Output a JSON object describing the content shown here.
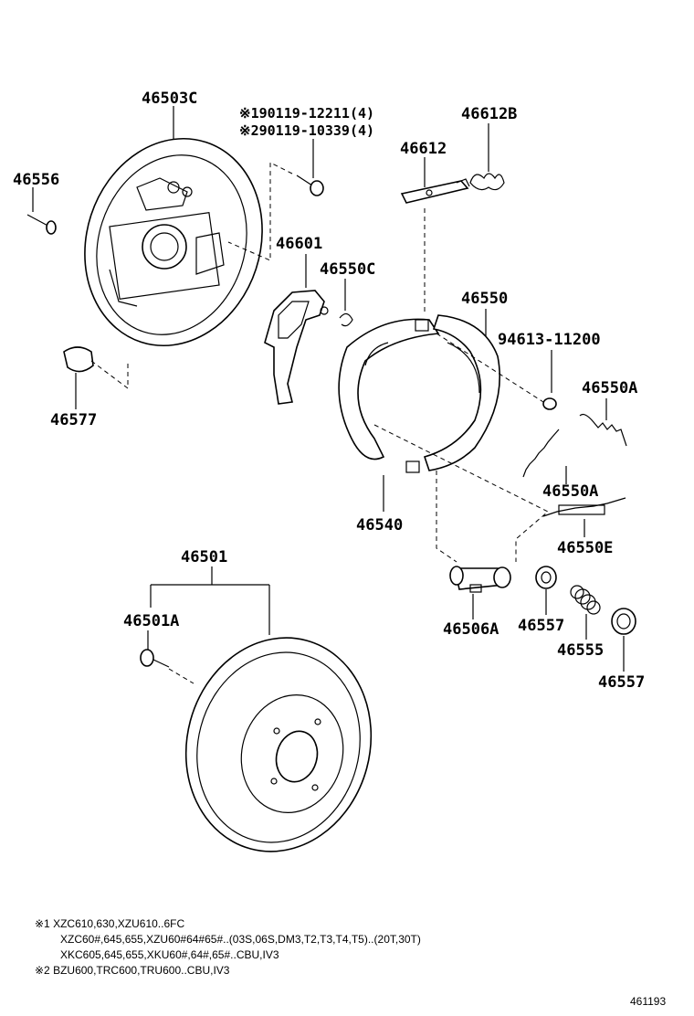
{
  "parts": {
    "backing_plate": "46503C",
    "bolt_46556": "46556",
    "bolt_note1": "※190119-12211(4)",
    "bolt_note2": "※290119-10339(4)",
    "adjuster_46612b": "46612B",
    "adjuster_46612": "46612",
    "lever_46601": "46601",
    "clip_46550c": "46550C",
    "shoe_set_46550": "46550",
    "washer_94613": "94613-11200",
    "spring_46550a_top": "46550A",
    "spring_46550a_mid": "46550A",
    "spring_46550e": "46550E",
    "plug_46577": "46577",
    "shoe_46540": "46540",
    "drum_46501": "46501",
    "drum_bolt_46501a": "46501A",
    "cylinder_46506a": "46506A",
    "cup_46557_a": "46557",
    "spring_46555": "46555",
    "cup_46557_b": "46557"
  },
  "notes": {
    "n1_line1": "※1  XZC610,630,XZU610..6FC",
    "n1_line2": "XZC60#,645,655,XZU60#64#65#..(03S,06S,DM3,T2,T3,T4,T5)..(20T,30T)",
    "n1_line3": "XKC605,645,655,XKU60#,64#,65#..CBU,IV3",
    "n2_line1": "※2  BZU600,TRC600,TRU600..CBU,IV3"
  },
  "figure_number": "461193"
}
